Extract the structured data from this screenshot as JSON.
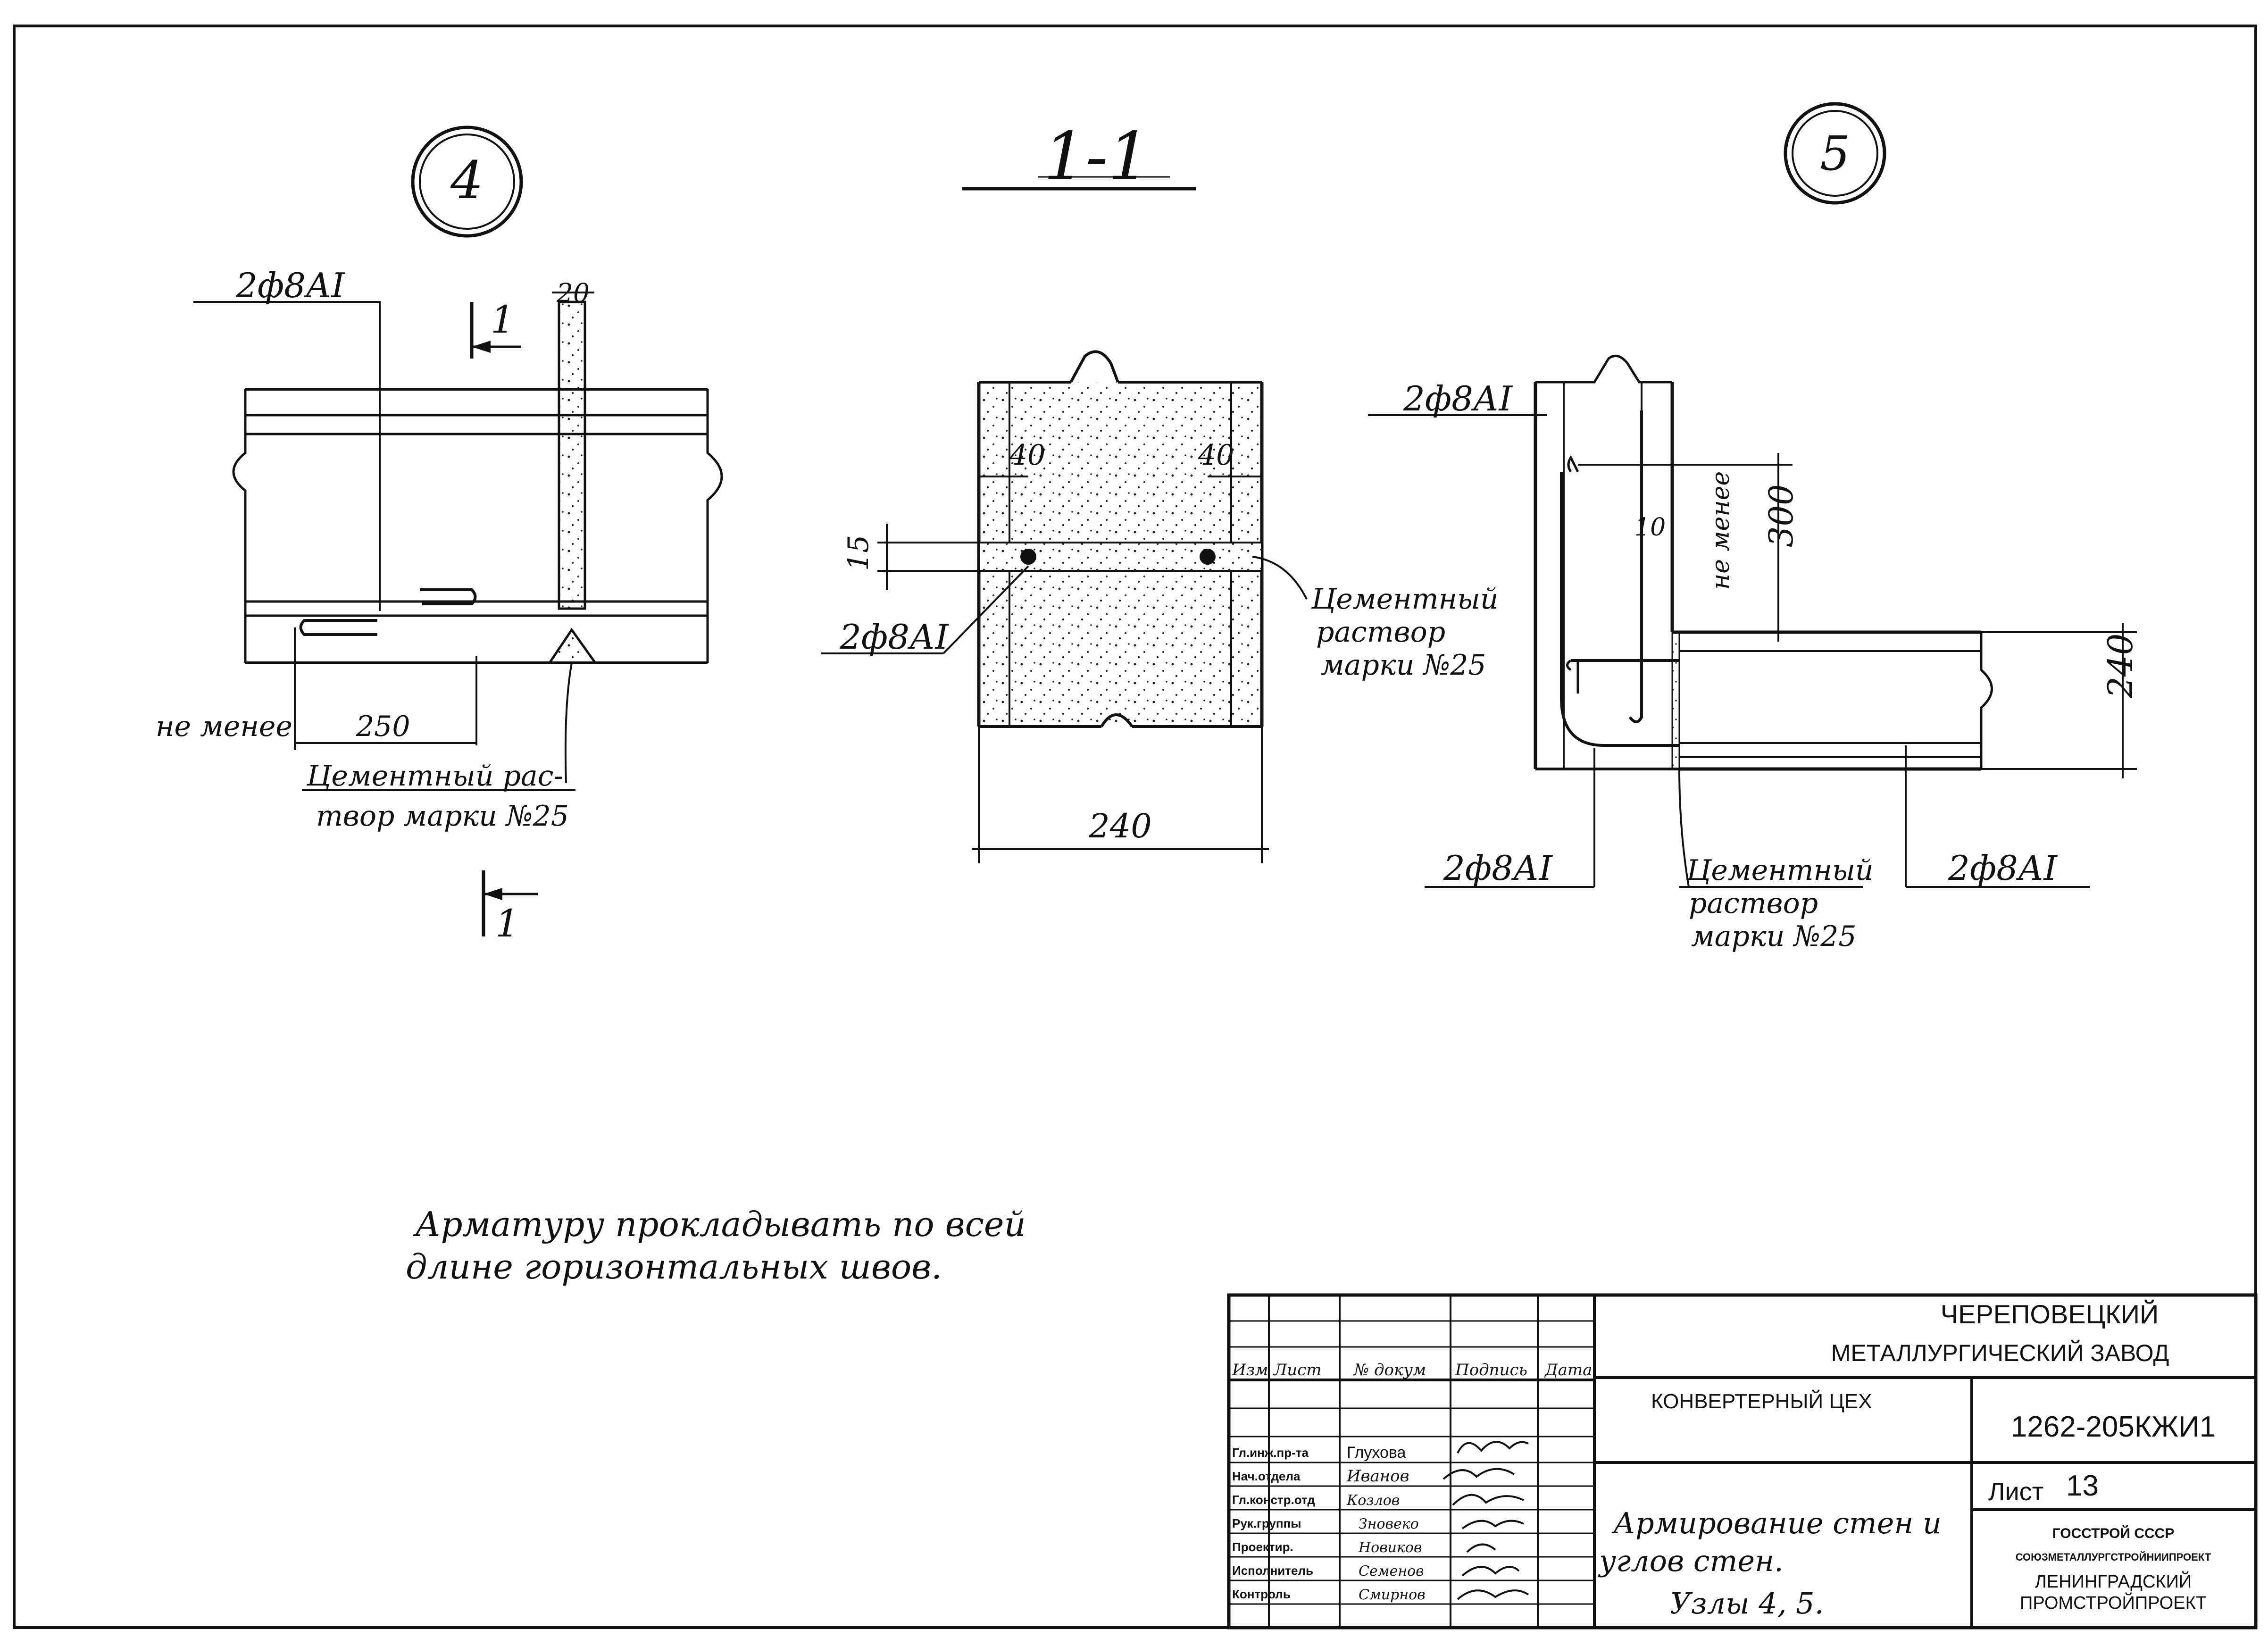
{
  "section_label": "1-1",
  "nodes": {
    "node_4": "4",
    "node_5": "5"
  },
  "node4": {
    "rebar_label": "2ф8АI",
    "cut_label_top": "1",
    "cut_label_bottom": "1",
    "gap_label": "20",
    "min_label": "не менее",
    "min_value": "250",
    "mortar_line1": "Цементный рас-",
    "mortar_line2": "твор марки №25"
  },
  "section": {
    "dim_left": "40",
    "dim_right": "40",
    "dim_seam": "15",
    "rebar_label": "2ф8АI",
    "width_label": "240",
    "mortar_line1": "Цементный",
    "mortar_line2": "раствор",
    "mortar_line3": "марки №25"
  },
  "node5": {
    "rebar_top": "2ф8АI",
    "dim_10": "10",
    "min_label": "не менее",
    "min_value": "300",
    "dim_240": "240",
    "rebar_bottom_left": "2ф8АI",
    "rebar_bottom_right": "2ф8АI",
    "mortar_line1": "Цементный",
    "mortar_line2": "раствор",
    "mortar_line3": "марки №25"
  },
  "note": {
    "line1": "Арматуру прокладывать по всей",
    "line2": "длине горизонтальных швов."
  },
  "title_block": {
    "col_headers": [
      "Изм",
      "Лист",
      "№ докум",
      "Подпись",
      "Дата"
    ],
    "roles": [
      "Гл.инж.пр-та",
      "Нач.отдела",
      "Гл.констр.отд",
      "Рук.группы",
      "Проектир.",
      "Исполнитель",
      "Контроль"
    ],
    "names": [
      "Глухова",
      "Иванов",
      "Козлов",
      "Зновеко",
      "Новиков",
      "Семенов",
      "Смирнов"
    ],
    "org_line1": "ЧЕРЕПОВЕЦКИЙ",
    "org_line2": "МЕТАЛЛУРГИЧЕСКИЙ ЗАВОД",
    "shop": "КОНВЕРТЕРНЫЙ ЦЕХ",
    "doc_code": "1262-205КЖИ1",
    "sheet_label": "Лист",
    "sheet_number": "13",
    "subject_line1": "Армирование стен и",
    "subject_line2": "углов стен.",
    "subject_line3": "Узлы 4, 5.",
    "issuer_line1": "ГОССТРОЙ СССР",
    "issuer_line2": "СОЮЗМЕТАЛЛУРГСТРОЙНИИПРОЕКТ",
    "issuer_line3": "ЛЕНИНГРАДСКИЙ",
    "issuer_line4": "ПРОМСТРОЙПРОЕКТ"
  }
}
